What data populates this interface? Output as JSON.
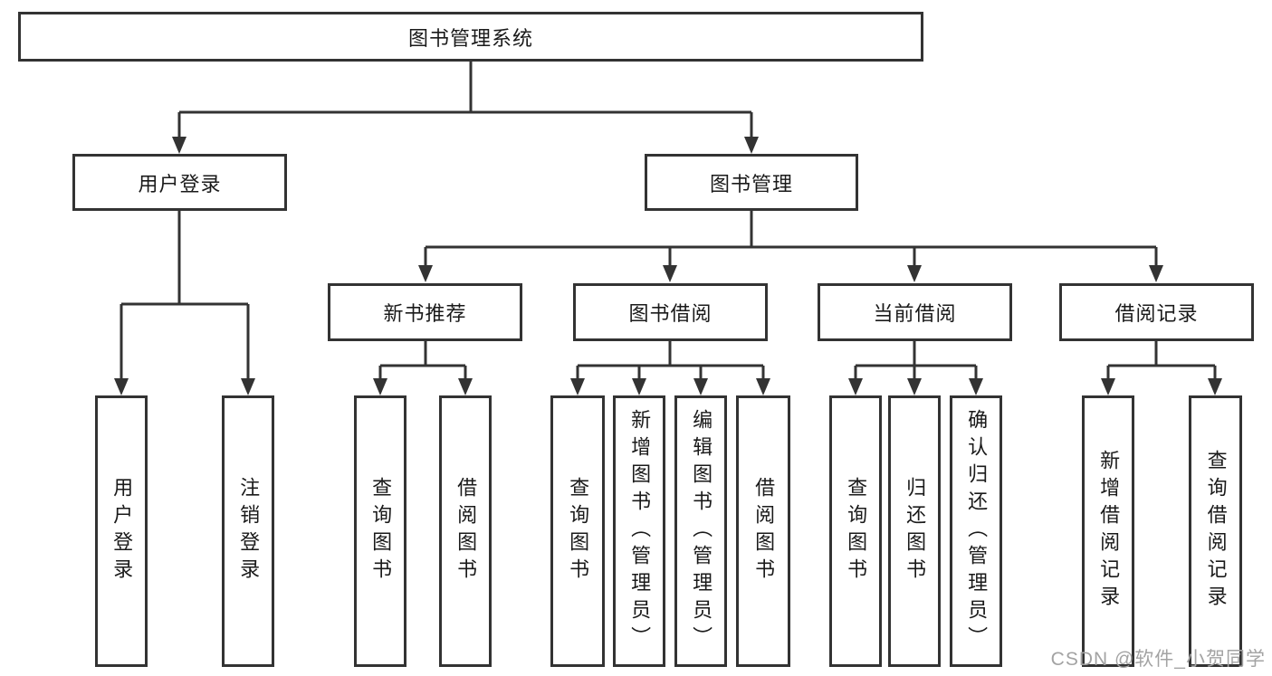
{
  "diagram": {
    "root": {
      "label": "图书管理系统"
    },
    "branches": [
      {
        "label": "用户登录",
        "children": [
          {
            "label": "用户登录"
          },
          {
            "label": "注销登录"
          }
        ]
      },
      {
        "label": "图书管理",
        "children": [
          {
            "label": "新书推荐",
            "children": [
              {
                "label": "查询图书"
              },
              {
                "label": "借阅图书"
              }
            ]
          },
          {
            "label": "图书借阅",
            "children": [
              {
                "label": "查询图书"
              },
              {
                "label": "新增图书（管理员）"
              },
              {
                "label": "编辑图书（管理员）"
              },
              {
                "label": "借阅图书"
              }
            ]
          },
          {
            "label": "当前借阅",
            "children": [
              {
                "label": "查询图书"
              },
              {
                "label": "归还图书"
              },
              {
                "label": "确认归还（管理员）"
              }
            ]
          },
          {
            "label": "借阅记录",
            "children": [
              {
                "label": "新增借阅记录"
              },
              {
                "label": "查询借阅记录"
              }
            ]
          }
        ]
      }
    ]
  },
  "watermark": {
    "text": "CSDN @软件_小贺同学"
  },
  "colors": {
    "line": "#333333",
    "text": "#1a1a1a",
    "watermark": "#a3a3a3",
    "background": "#ffffff"
  }
}
